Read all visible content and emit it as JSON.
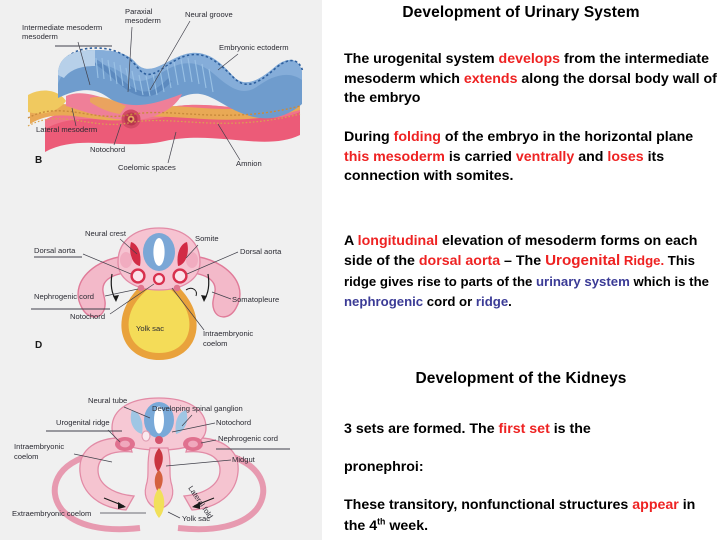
{
  "slide": {
    "background_color": "#ffffff",
    "figure_panel_background": "#efefef",
    "accent_red": "#ee2222",
    "accent_indigo": "#3b3b96",
    "text_color": "#000000"
  },
  "headings": {
    "main_title": "Development of Urinary System",
    "section_title": "Development of the Kidneys"
  },
  "paragraph_1": {
    "t1": "The urogenital system ",
    "r1": "develops",
    "t2": " from the intermediate mesoderm which ",
    "r2": "extends",
    "t3": " along the dorsal body wall of the embryo"
  },
  "paragraph_2": {
    "t1": "During ",
    "r1": "folding",
    "t2": " of the embryo in the horizontal plane ",
    "r2": "this mesoderm",
    "t3": " is carried ",
    "r3": "ventrally",
    "t4": " and ",
    "r4": "loses",
    "t5": " its connection with somites."
  },
  "paragraph_3": {
    "t1": "A ",
    "r1": "longitudinal",
    "t2": " elevation of mesoderm forms on each side of the ",
    "r2": "dorsal aorta",
    "t3": " – The ",
    "r3": "Urogenital",
    "r4": " Ridge.",
    "t4": " This ridge gives rise to parts of the ",
    "i1": "urinary system",
    "t5": " which is the ",
    "i2": "nephrogenic",
    "t6": " cord or ",
    "i3": "ridge",
    "t7": "."
  },
  "paragraph_4": {
    "t1": "3 sets are formed. The ",
    "r1": "first set",
    "t2": " is the",
    "t3": "pronephroi:"
  },
  "paragraph_5": {
    "t1": "These transitory, nonfunctional structures ",
    "r1": "appear",
    "t2": " in the 4",
    "sup": "th",
    "t3": " week."
  },
  "figures": {
    "fig_b": {
      "panel_letter": "B",
      "labels": [
        "Intermediate mesoderm",
        "Paraxial mesoderm",
        "Neural groove",
        "Embryonic ectoderm",
        "Lateral mesoderm",
        "Notochord",
        "Coelomic spaces",
        "Amnion"
      ],
      "colors": {
        "ectoderm_blue": "#6f9ccd",
        "ectoderm_blue_dark": "#4d7cb4",
        "mesoderm_pink": "#e8546f",
        "mesoderm_pink_light": "#f07f96",
        "endoderm_orange": "#e9a955",
        "yellow": "#f0cf62"
      }
    },
    "fig_d": {
      "panel_letter": "D",
      "labels": [
        "Neural crest",
        "Somite",
        "Dorsal aorta",
        "Dorsal aorta",
        "Nephrogenic cord",
        "Somatopleure",
        "Notochord",
        "Yolk sac",
        "Intraembryonic coelom"
      ],
      "colors": {
        "body_pink": "#f3b9c9",
        "outline_pink": "#e07b99",
        "neural_blue": "#7ba7d6",
        "crest_red": "#d22b45",
        "yolk_yellow": "#f2d74a",
        "yolk_orange": "#e79a33"
      }
    },
    "fig_f": {
      "panel_letter": "",
      "labels": [
        "Neural tube",
        "Developing spinal ganglion",
        "Urogenital ridge",
        "Notochord",
        "Nephrogenic cord",
        "Intraembryonic coelom",
        "Midgut",
        "Lateral fold",
        "Extraembryonic coelom",
        "Yolk sac"
      ],
      "colors": {
        "body_pink": "#f5c4d0",
        "outline_pink": "#e28ba6",
        "neural_blue": "#79a9d8",
        "midgut_red": "#c9343f",
        "yolk_yellow": "#f1e05a"
      }
    }
  }
}
